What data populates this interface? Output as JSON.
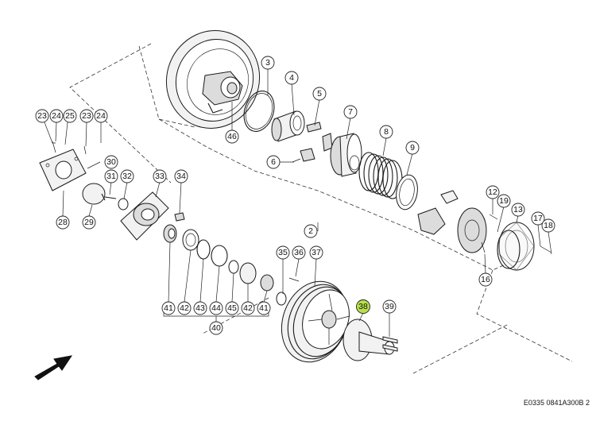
{
  "diagram": {
    "reference": "E0335 0841A300B 2",
    "highlight_color": "#b8e04a",
    "highlighted_part": "38",
    "callouts": [
      "2",
      "3",
      "4",
      "5",
      "6",
      "7",
      "8",
      "9",
      "12",
      "13",
      "16",
      "17",
      "18",
      "19",
      "23",
      "24",
      "25",
      "23",
      "24",
      "28",
      "29",
      "30",
      "31",
      "32",
      "33",
      "34",
      "35",
      "36",
      "37",
      "38",
      "39",
      "40",
      "41",
      "42",
      "43",
      "44",
      "45",
      "42",
      "41",
      "46"
    ]
  }
}
